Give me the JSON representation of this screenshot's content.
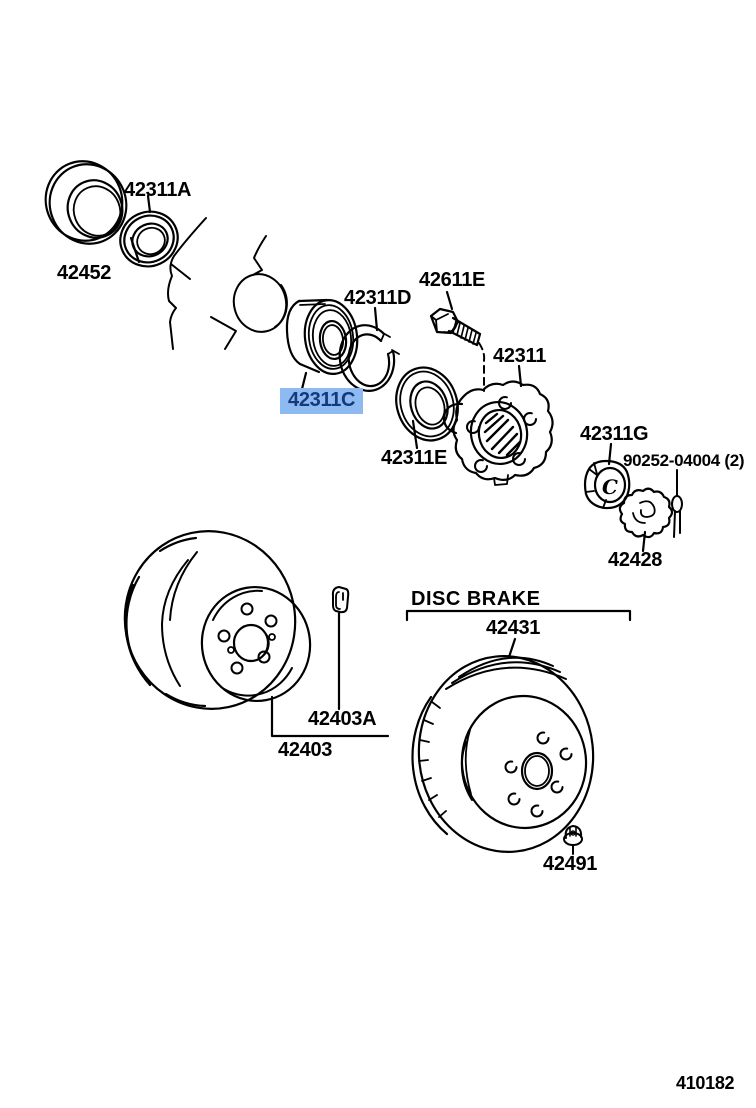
{
  "colors": {
    "highlight_bg": "#8dbaf0",
    "highlight_text": "#15397c",
    "line_color": "#000000"
  },
  "selected_part_key": "bearing",
  "labels": {
    "seal_inner": "42311A",
    "retainer_ring": "42452",
    "bearing": "42311C",
    "snap_ring": "42311D",
    "hub_bolt": "42611E",
    "axle_hub": "42311",
    "seal_outer": "42311E",
    "lock_nut": "42311G",
    "cotter_pin": "90252-04004 (2)",
    "lock_cap": "42428",
    "drum_clip": "42403A",
    "brake_drum": "42403",
    "disc_brake_heading": "DISC BRAKE",
    "brake_disc": "42431",
    "disc_nut": "42491",
    "drawing_number": "410182",
    "nut_face_mark": "C"
  }
}
